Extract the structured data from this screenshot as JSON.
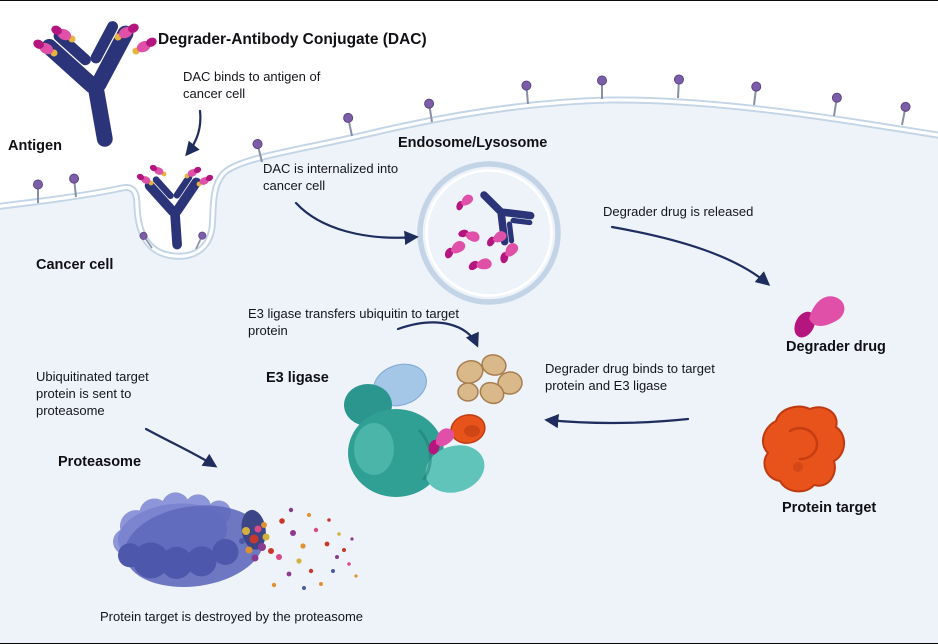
{
  "diagram": {
    "title": "Degrader-Antibody Conjugate (DAC)",
    "labels": {
      "antigen": "Antigen",
      "cancer_cell": "Cancer cell",
      "endosome": "Endosome/Lysosome",
      "e3_ligase": "E3 ligase",
      "degrader_drug": "Degrader drug",
      "protein_target": "Protein target",
      "proteasome": "Proteasome"
    },
    "steps": {
      "dac_binds": "DAC binds to antigen of cancer cell",
      "internalized": "DAC is internalized into cancer cell",
      "released": "Degrader drug is released",
      "binds_e3": "Degrader drug binds to target protein and E3 ligase",
      "transfers_ubiquitin": "E3 ligase transfers ubiquitin to target protein",
      "sent_to_proteasome": "Ubiquitinated target protein is sent to proteasome",
      "destroyed": "Protein target is destroyed by the proteasome"
    },
    "colors": {
      "antibody": "#2b3478",
      "degrader_pink": "#e050a8",
      "degrader_magenta": "#b5157e",
      "linker_yellow": "#e6b33d",
      "antigen_purple": "#7b5ea7",
      "membrane": "#c2d4e6",
      "cell_interior": "#eef3f9",
      "e3_teal": "#31a094",
      "ubiquitin_tan": "#d9b88a",
      "protein_orange": "#e8531c",
      "proteasome_purple": "#7a84cf",
      "arrow_navy": "#1e2d5e"
    }
  }
}
